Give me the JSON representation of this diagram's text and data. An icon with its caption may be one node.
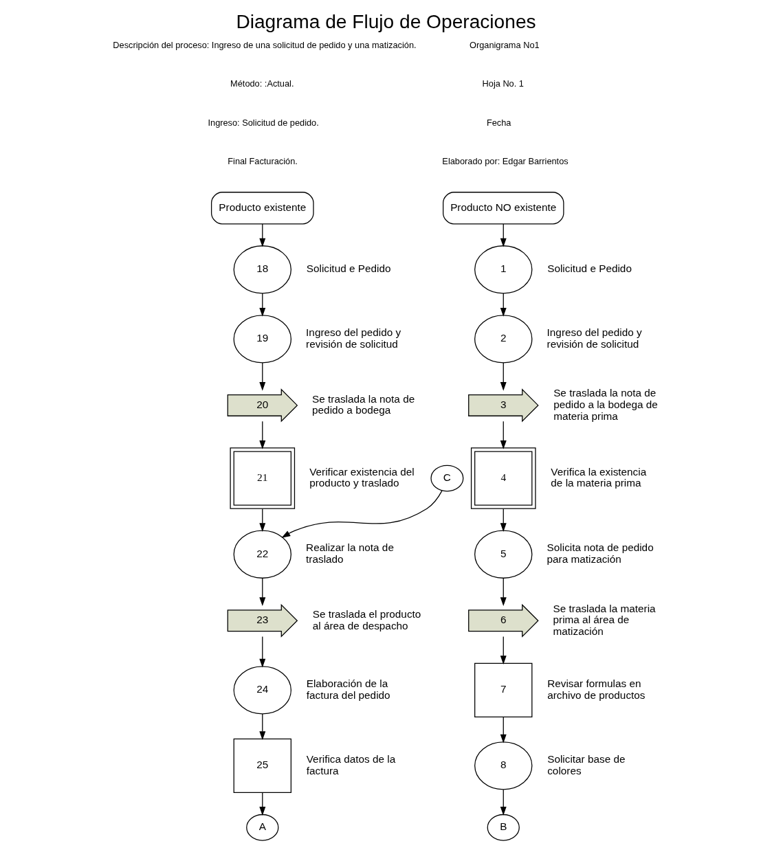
{
  "diagram": {
    "title": "Diagrama de Flujo de Operaciones",
    "nodes": [
      {
        "text": [
          "Producto existente"
        ]
      },
      {
        "text": [
          "18"
        ],
        "beside": [
          "Solicitud e Pedido"
        ]
      },
      {
        "text": [
          "19"
        ],
        "beside": [
          "Ingreso del pedido y revisión de solicitud"
        ]
      },
      {
        "text": [
          "20"
        ],
        "beside": [
          "Se traslada la nota de pedido a bodega"
        ]
      },
      {
        "text": [
          "21"
        ],
        "beside": [
          "Verificar existencia del producto y traslado"
        ]
      },
      {
        "text": [
          "C"
        ]
      },
      {
        "text": [
          "22"
        ],
        "beside": [
          "Realizar la nota de traslado"
        ]
      },
      {
        "text": [
          "23"
        ],
        "beside": [
          "Se traslada el producto al área de despacho"
        ]
      },
      {
        "text": [
          "24"
        ],
        "beside": [
          "Elaboración de la factura del pedido"
        ]
      },
      {
        "text": [
          "25"
        ],
        "beside": [
          "Verifica datos de la factura"
        ]
      },
      {
        "text": [
          "A"
        ]
      },
      {
        "text": [
          "Producto NO existente"
        ]
      },
      {
        "text": [
          "1"
        ],
        "beside": [
          "Solicitud e Pedido"
        ]
      },
      {
        "text": [
          "2"
        ],
        "beside": [
          "Ingreso del pedido y revisión de solicitud"
        ]
      },
      {
        "text": [
          "3"
        ],
        "beside": [
          "Se traslada la nota de pedido a la bodega de materia prima"
        ]
      },
      {
        "text": [
          "4"
        ],
        "beside": [
          "Verifica la existencia de la materia prima"
        ]
      },
      {
        "text": [
          "5"
        ],
        "beside": [
          "Solicita nota de pedido para matización"
        ]
      },
      {
        "text": [
          "6"
        ],
        "beside": [
          "Se traslada la materia prima al área de matización"
        ]
      },
      {
        "text": [
          "7"
        ],
        "beside": [
          "Revisar formulas en archivo de productos"
        ]
      },
      {
        "text": [
          "8"
        ],
        "beside": [
          "Solicitar base de colores"
        ]
      },
      {
        "text": [
          "B"
        ]
      }
    ],
    "edges": [
      {
        "from": 0,
        "to": 1,
        "arrow": "to"
      },
      {
        "from": 1,
        "to": 2,
        "arrow": "to"
      },
      {
        "from": 2,
        "to": 3,
        "arrow": "to"
      },
      {
        "from": 3,
        "to": 4,
        "arrow": "to"
      },
      {
        "from": 4,
        "to": 6,
        "arrow": "to"
      },
      {
        "from": 5,
        "to": 6,
        "arrow": "to"
      },
      {
        "from": 6,
        "to": 7,
        "arrow": "to"
      },
      {
        "from": 7,
        "to": 8,
        "arrow": "to"
      },
      {
        "from": 8,
        "to": 9,
        "arrow": "to"
      },
      {
        "from": 9,
        "to": 10,
        "arrow": "to"
      },
      {
        "from": 11,
        "to": 12,
        "arrow": "to"
      },
      {
        "from": 12,
        "to": 13,
        "arrow": "to"
      },
      {
        "from": 13,
        "to": 14,
        "arrow": "to"
      },
      {
        "from": 14,
        "to": 15,
        "arrow": "to"
      },
      {
        "from": 15,
        "to": 16,
        "arrow": "to"
      },
      {
        "from": 16,
        "to": 17,
        "arrow": "to"
      },
      {
        "from": 17,
        "to": 18,
        "arrow": "to"
      },
      {
        "from": 18,
        "to": 19,
        "arrow": "to"
      },
      {
        "from": 19,
        "to": 20,
        "arrow": "to"
      }
    ],
    "labels": [
      "Descripción del proceso: Ingreso de una solicitud de pedido y una matización.",
      "Método: :Actual.",
      "Ingreso: Solicitud de pedido.",
      "Final Facturación.",
      "Organigrama No1",
      "Hoja No. 1",
      "Fecha",
      "Elaborado por: Edgar Barrientos"
    ]
  }
}
